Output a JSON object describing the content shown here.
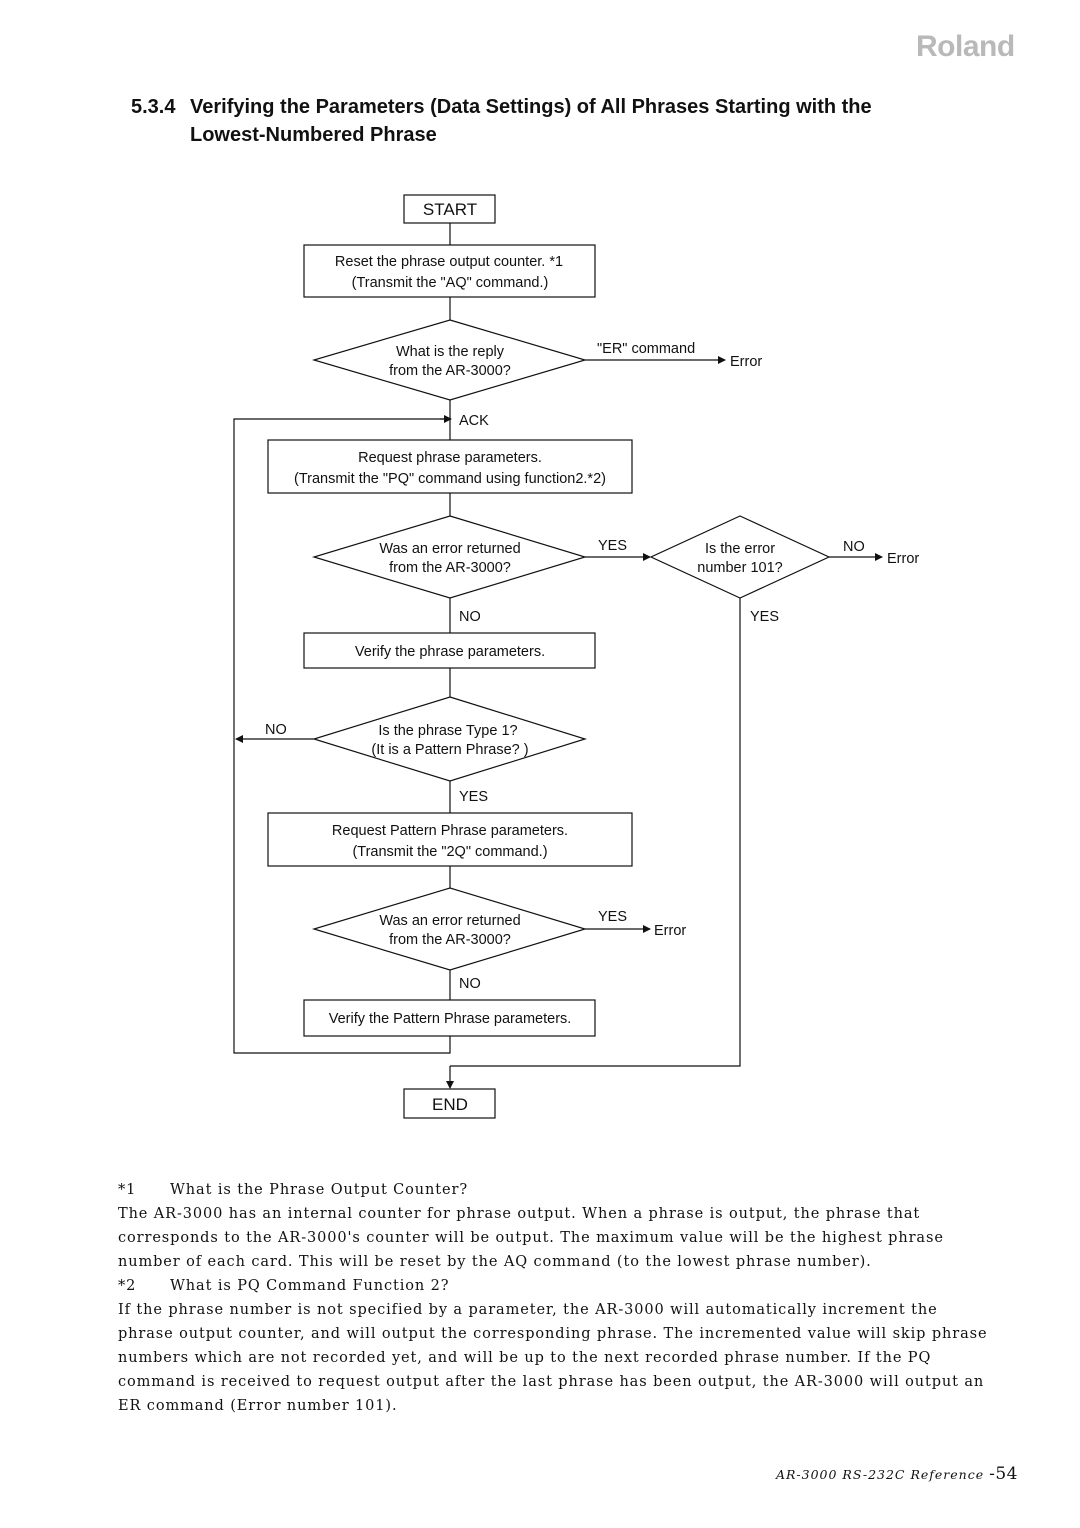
{
  "brand": "Roland",
  "section": {
    "number": "5.3.4",
    "title_line1": "Verifying the Parameters (Data Settings) of All Phrases Starting with the",
    "title_line2": "Lowest-Numbered Phrase"
  },
  "flowchart": {
    "start": "START",
    "reset_line1": "Reset the phrase output counter. *1",
    "reset_line2": "(Transmit the \"AQ\" command.)",
    "reply_q_line1": "What is the reply",
    "reply_q_line2": "from the AR-3000?",
    "er_command": "\"ER\" command",
    "error1": "Error",
    "ack": "ACK",
    "request_line1": "Request phrase parameters.",
    "request_line2": "(Transmit the \"PQ\" command using function2.*2)",
    "err_q1_line1": "Was an error returned",
    "err_q1_line2": "from the AR-3000?",
    "yes1": "YES",
    "err101_line1": "Is the error",
    "err101_line2": "number 101?",
    "no_err101": "NO",
    "error2": "Error",
    "no1": "NO",
    "yes_err101": "YES",
    "verify_phrase": "Verify the phrase parameters.",
    "no_type": "NO",
    "type_q_line1": "Is the phrase Type 1?",
    "type_q_line2": "(It is a Pattern Phrase? )",
    "yes_type": "YES",
    "req_pattern_line1": "Request Pattern Phrase parameters.",
    "req_pattern_line2": "(Transmit the \"2Q\" command.)",
    "err_q2_line1": "Was an error returned",
    "err_q2_line2": "from the AR-3000?",
    "yes2": "YES",
    "error3": "Error",
    "no2": "NO",
    "verify_pattern": "Verify the Pattern Phrase parameters.",
    "end": "END"
  },
  "notes": {
    "note1_mark": "*1",
    "note1_title": "What is the Phrase Output Counter?",
    "note1_body": "The AR-3000 has an internal counter for phrase output. When a phrase is output, the phrase that corresponds to the AR-3000's counter will be output. The maximum value will be the highest phrase number of each card. This will be reset by the AQ command (to the lowest phrase number).",
    "note2_mark": "*2",
    "note2_title": "What is PQ Command Function 2?",
    "note2_body": "If the phrase number is not specified by a parameter, the AR-3000 will automatically increment the phrase output counter, and will output the corresponding phrase. The incremented value will skip phrase numbers which are not recorded yet, and will be up to the next recorded phrase number. If the PQ command is received to request output after the last phrase has been output, the AR-3000 will output an ER command (Error number 101)."
  },
  "footer": {
    "reference": "AR-3000 RS-232C Reference",
    "page": "-54"
  }
}
